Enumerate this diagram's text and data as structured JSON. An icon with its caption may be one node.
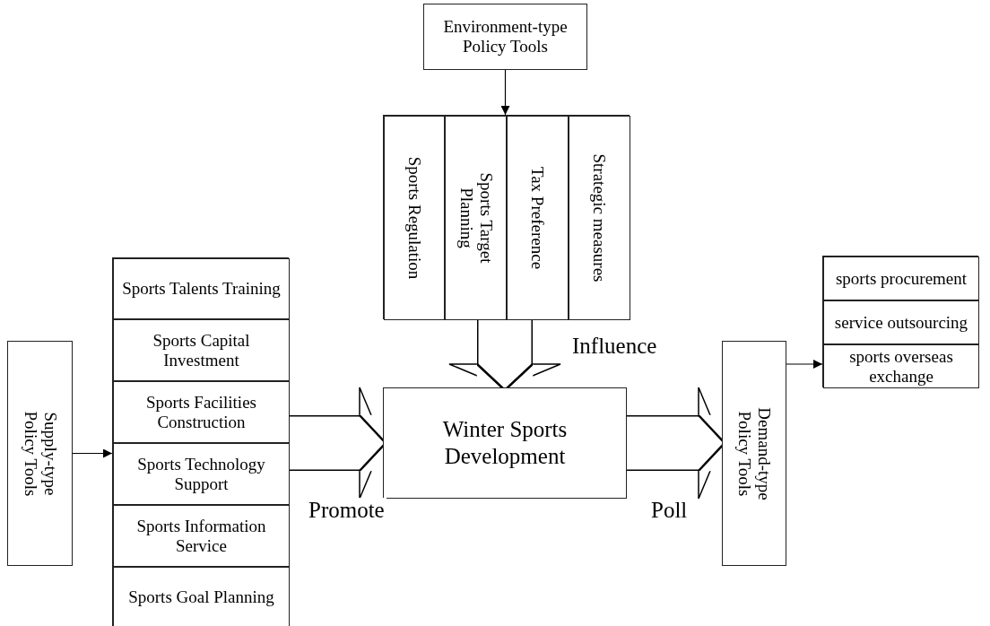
{
  "diagram": {
    "nodes": [
      {
        "text": [
          "Environment-type Policy Tools"
        ]
      },
      {
        "text": [],
        "shape": "box"
      },
      {
        "text": [
          "Sports Regulation"
        ],
        "in": 1
      },
      {
        "text": [
          "Sports Target Planning"
        ],
        "in": 1
      },
      {
        "text": [
          "Tax Preference"
        ],
        "in": 1
      },
      {
        "text": [
          "Strategic measures"
        ],
        "in": 1
      },
      {
        "text": [
          "Supply-type Policy Tools"
        ]
      },
      {
        "text": [],
        "shape": "box"
      },
      {
        "text": [
          "Sports Talents Training"
        ],
        "in": 7
      },
      {
        "text": [
          "Sports Capital Investment"
        ],
        "in": 7
      },
      {
        "text": [
          "Sports Facilities Construction"
        ],
        "in": 7
      },
      {
        "text": [
          "Sports Technology Support"
        ],
        "in": 7
      },
      {
        "text": [
          "Sports Information Service"
        ],
        "in": 7
      },
      {
        "text": [
          "Sports Goal Planning"
        ],
        "in": 7
      },
      {
        "text": [
          "Winter Sports Development"
        ]
      },
      {
        "text": [
          "Demand-type Policy Tools"
        ]
      },
      {
        "text": [],
        "shape": "box"
      },
      {
        "text": [
          "sports procurement"
        ],
        "in": 16
      },
      {
        "text": [
          "service outsourcing"
        ],
        "in": 16
      },
      {
        "text": [
          "sports overseas exchange"
        ],
        "in": 16
      }
    ],
    "edges": [
      {
        "from": 0,
        "to": 1,
        "arrow": "to"
      },
      {
        "from": 6,
        "to": 7,
        "arrow": "to"
      },
      {
        "from": 1,
        "to": 14,
        "arrow": "to",
        "label": "Influence",
        "style": "thick"
      },
      {
        "from": 7,
        "to": 14,
        "arrow": "to",
        "label": "Promote",
        "style": "thick"
      },
      {
        "from": 14,
        "to": 15,
        "arrow": "to",
        "label": "Poll",
        "style": "thick"
      },
      {
        "from": 15,
        "to": 16,
        "arrow": "to"
      }
    ]
  }
}
